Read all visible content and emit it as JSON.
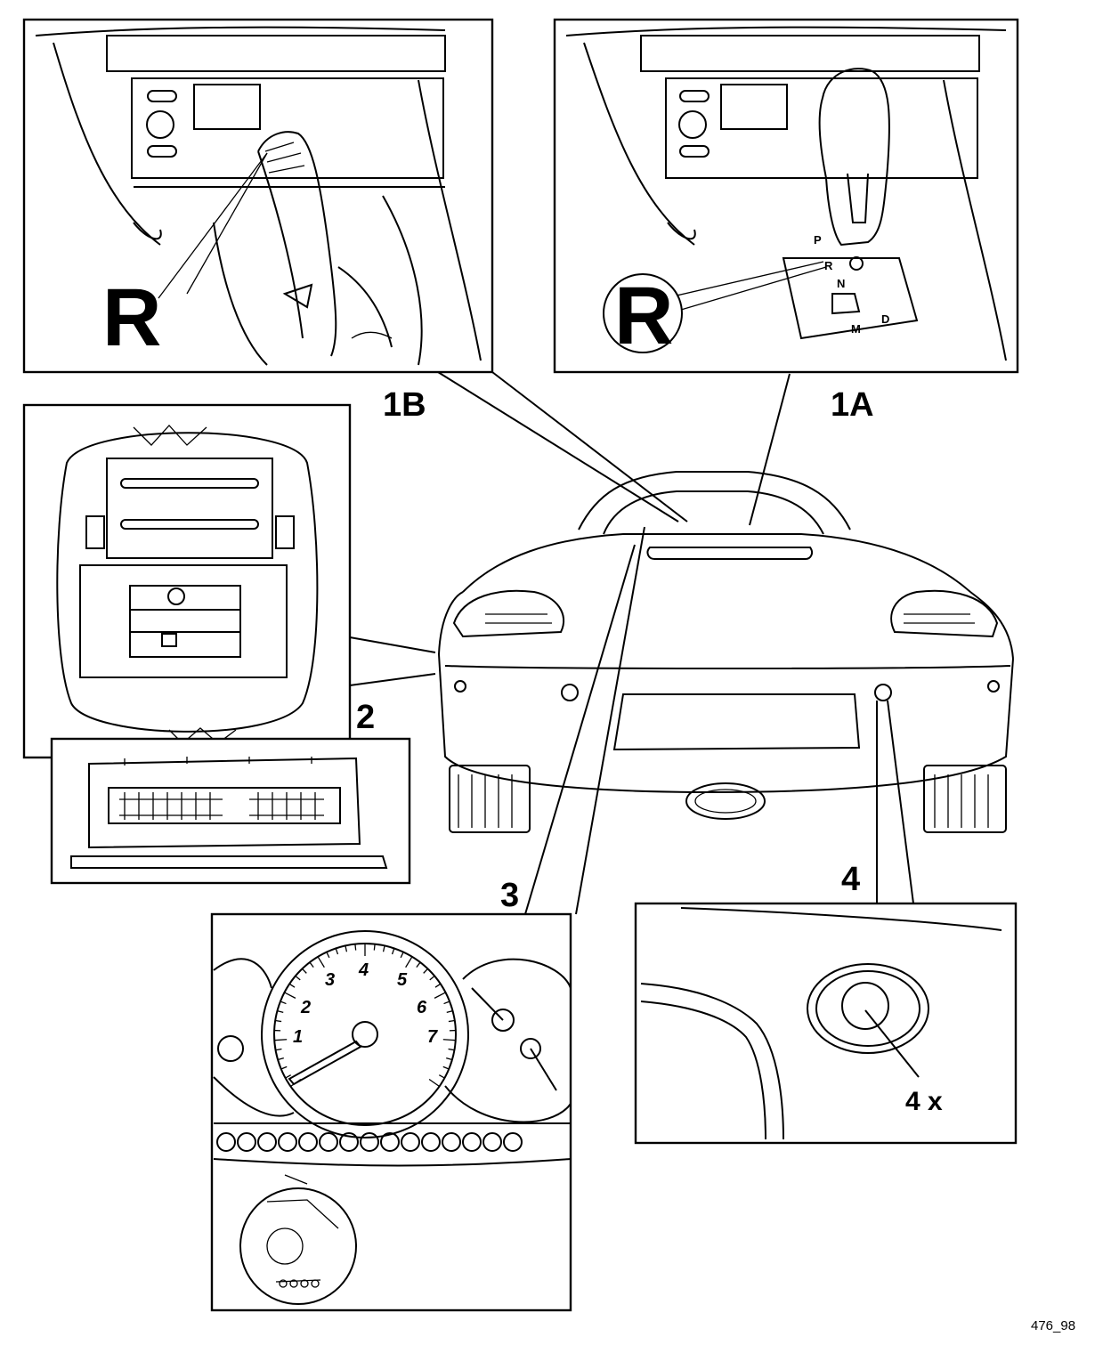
{
  "callouts": {
    "c1b": "1B",
    "c1a": "1A",
    "c2": "2",
    "c3": "3",
    "c4": "4",
    "c4x": "4 x"
  },
  "panel_1b": {
    "gear_letter": "R"
  },
  "panel_1a": {
    "gear_letter": "R",
    "selector_positions": [
      "P",
      "R",
      "N",
      "D",
      "M"
    ]
  },
  "panel_3": {
    "tach_numbers": [
      "1",
      "2",
      "3",
      "4",
      "5",
      "6",
      "7"
    ]
  },
  "figure_id": "476_98"
}
